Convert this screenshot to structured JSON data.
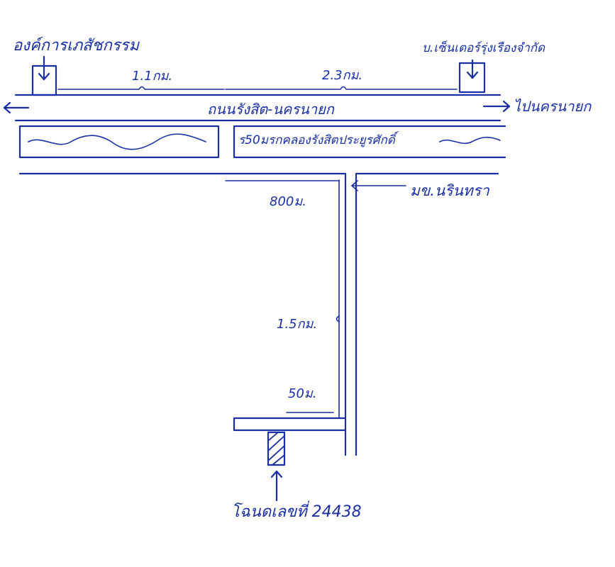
{
  "colors": {
    "ink": "#1a2fa6",
    "paper": "#ffffff"
  },
  "landmarks": {
    "left_building": "องค์การเภสัชกรรม",
    "right_building": "บ.เซ็นเตอร์รุ่งเรืองจำกัด",
    "land_plot": "โฉนดเลขที่ 24438"
  },
  "roads": {
    "main_road": "ถนนรังสิต-นครนายก",
    "direction": "ไปนครนายก",
    "canal": "ร50มรกคลองรังสิตประยูรศักดิ์",
    "side_road": "มข.นรินทรา"
  },
  "distances": {
    "left_segment": "1.1กม.",
    "right_segment": "2.3กม.",
    "corner_segment": "800ม.",
    "vertical_segment": "1.5กม.",
    "lane_segment": "50ม."
  }
}
